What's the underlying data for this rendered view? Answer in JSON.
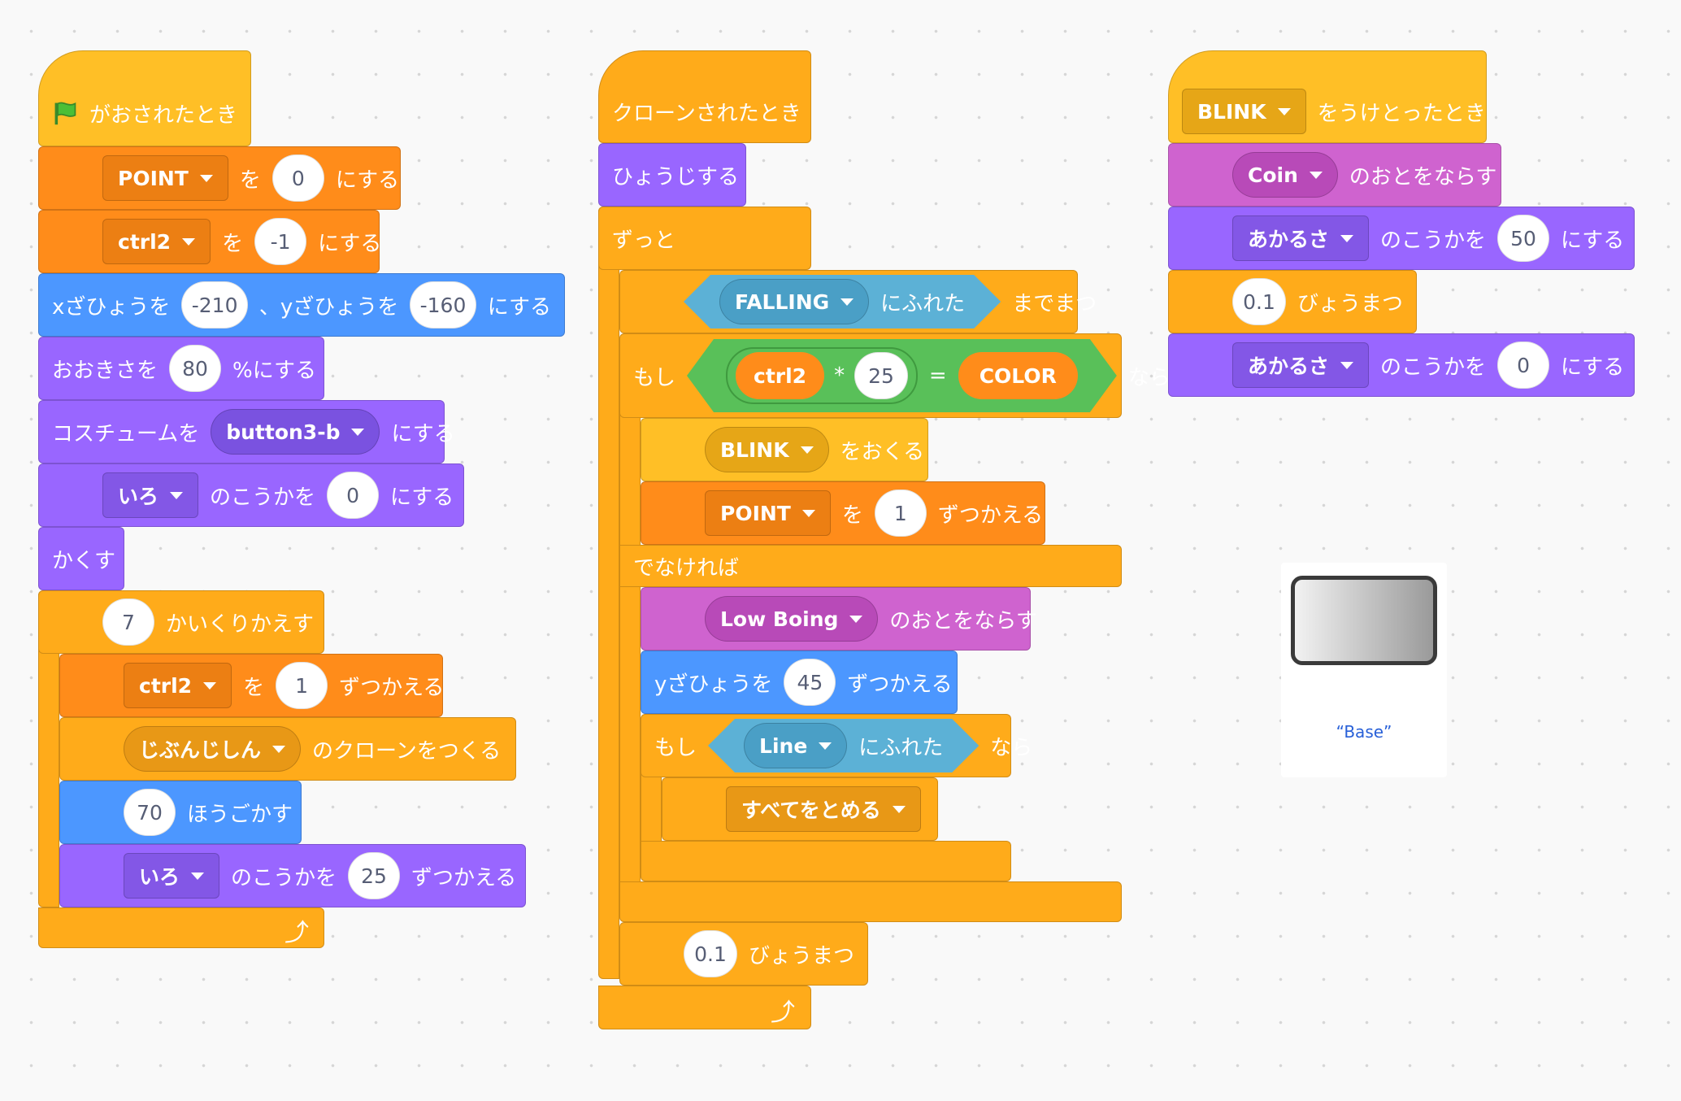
{
  "script1": {
    "hat_label": "がおされたとき",
    "set_point": {
      "var": "POINT",
      "to": "を",
      "value": "0",
      "end": "にする"
    },
    "set_ctrl2": {
      "var": "ctrl2",
      "to": "を",
      "value": "-1",
      "end": "にする"
    },
    "goto": {
      "x_label": "xざひょうを",
      "x": "-210",
      "y_label": "、yざひょうを",
      "y": "-160",
      "end": "にする"
    },
    "size": {
      "label": "おおきさを",
      "value": "80",
      "end": "%にする"
    },
    "costume": {
      "label": "コスチュームを",
      "value": "button3-b",
      "end": "にする"
    },
    "effect": {
      "effect": "いろ",
      "label": "のこうかを",
      "value": "0",
      "end": "にする"
    },
    "hide": "かくす",
    "repeat": {
      "value": "7",
      "label": "かいくりかえす"
    },
    "change_ctrl2": {
      "var": "ctrl2",
      "to": "を",
      "value": "1",
      "end": "ずつかえる"
    },
    "clone": {
      "target": "じぶんじしん",
      "label": "のクローンをつくる"
    },
    "turn": {
      "value": "70",
      "label": "ほうごかす"
    },
    "change_effect": {
      "effect": "いろ",
      "label": "のこうかを",
      "value": "25",
      "end": "ずつかえる"
    }
  },
  "script2": {
    "hat_label": "クローンされたとき",
    "show": "ひょうじする",
    "forever": "ずっと",
    "wait_until": {
      "target": "FALLING",
      "touching": "にふれた",
      "end": "までまつ"
    },
    "if1": {
      "label": "もし",
      "left": "ctrl2",
      "op": "*",
      "num": "25",
      "eq": "=",
      "right": "COLOR",
      "then": "なら"
    },
    "broadcast": {
      "msg": "BLINK",
      "label": "をおくる"
    },
    "change_point": {
      "var": "POINT",
      "to": "を",
      "value": "1",
      "end": "ずつかえる"
    },
    "else": "でなければ",
    "sound": {
      "sound": "Low Boing",
      "label": "のおとをならす"
    },
    "change_y": {
      "label": "yざひょうを",
      "value": "45",
      "end": "ずつかえる"
    },
    "if2": {
      "label": "もし",
      "target": "Line",
      "touching": "にふれた",
      "then": "なら"
    },
    "stop": "すべてをとめる",
    "wait": {
      "value": "0.1",
      "label": "びょうまつ"
    }
  },
  "script3": {
    "hat": {
      "msg": "BLINK",
      "label": "をうけとったとき"
    },
    "sound": {
      "sound": "Coin",
      "label": "のおとをならす"
    },
    "effect1": {
      "effect": "あかるさ",
      "label": "のこうかを",
      "value": "50",
      "end": "にする"
    },
    "wait": {
      "value": "0.1",
      "label": "びょうまつ"
    },
    "effect2": {
      "effect": "あかるさ",
      "label": "のこうかを",
      "value": "0",
      "end": "にする"
    }
  },
  "costume_preview": {
    "name": "“Base”"
  },
  "colors": {
    "events": "#ffbf26",
    "control": "#ffab1a",
    "variables": "#ff8c1a",
    "motion": "#4c97ff",
    "looks": "#9966ff",
    "sound": "#cf63cf",
    "sensing": "#5cb1d6",
    "operators": "#59c059"
  },
  "icons": {
    "green_flag": "green-flag-icon",
    "loop_arrow": "loop-arrow-icon",
    "dropdown": "dropdown-triangle-icon"
  }
}
